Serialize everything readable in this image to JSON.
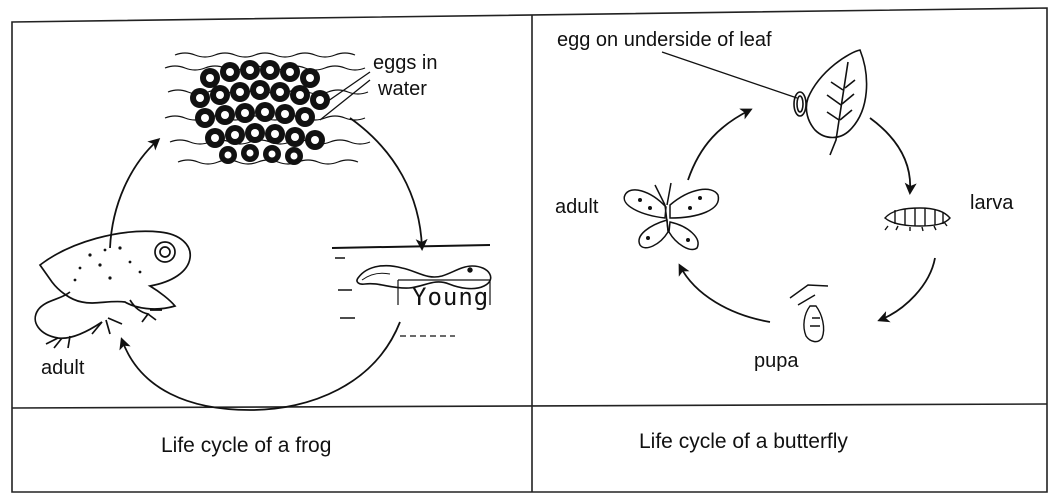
{
  "frog_panel": {
    "caption": "Life cycle of a frog",
    "labels": {
      "eggs_line1": "eggs in",
      "eggs_line2": "water",
      "young_handwritten": "Young",
      "adult": "adult"
    },
    "stages": [
      {
        "stage": "eggs in water"
      },
      {
        "stage": "Young"
      },
      {
        "stage": "adult"
      }
    ]
  },
  "butterfly_panel": {
    "caption": "Life cycle of a butterfly",
    "labels": {
      "egg": "egg on underside of leaf",
      "larva": "larva",
      "pupa": "pupa",
      "adult": "adult"
    },
    "stages": [
      {
        "stage": "egg on underside of leaf"
      },
      {
        "stage": "larva"
      },
      {
        "stage": "pupa"
      },
      {
        "stage": "adult"
      }
    ]
  },
  "colors": {
    "ink": "#111111",
    "paper": "#ffffff"
  }
}
